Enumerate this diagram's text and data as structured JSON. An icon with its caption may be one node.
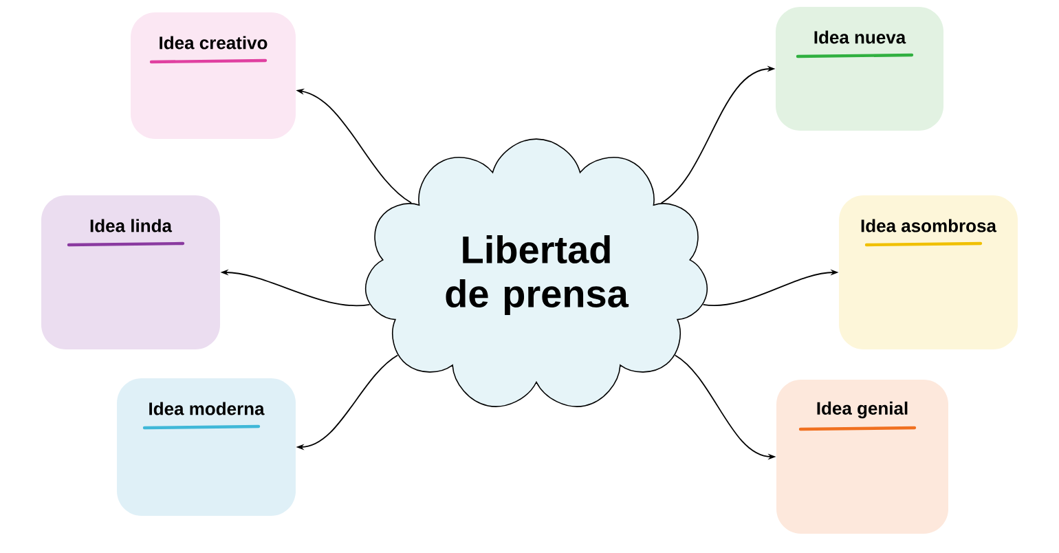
{
  "diagram": {
    "nodes": [
      {
        "text": [
          "Libertad de prensa"
        ]
      },
      {
        "text": [
          "Idea creativo"
        ]
      },
      {
        "text": [
          "Idea linda"
        ]
      },
      {
        "text": [
          "Idea moderna"
        ]
      },
      {
        "text": [
          "Idea nueva"
        ]
      },
      {
        "text": [
          "Idea asombrosa"
        ]
      },
      {
        "text": [
          "Idea genial"
        ]
      }
    ],
    "edges": [
      {
        "from": 0,
        "to": 1,
        "arrow": "to"
      },
      {
        "from": 0,
        "to": 2,
        "arrow": "to"
      },
      {
        "from": 0,
        "to": 3,
        "arrow": "to"
      },
      {
        "from": 0,
        "to": 4,
        "arrow": "to"
      },
      {
        "from": 0,
        "to": 5,
        "arrow": "to"
      },
      {
        "from": 0,
        "to": 6,
        "arrow": "to"
      }
    ]
  }
}
